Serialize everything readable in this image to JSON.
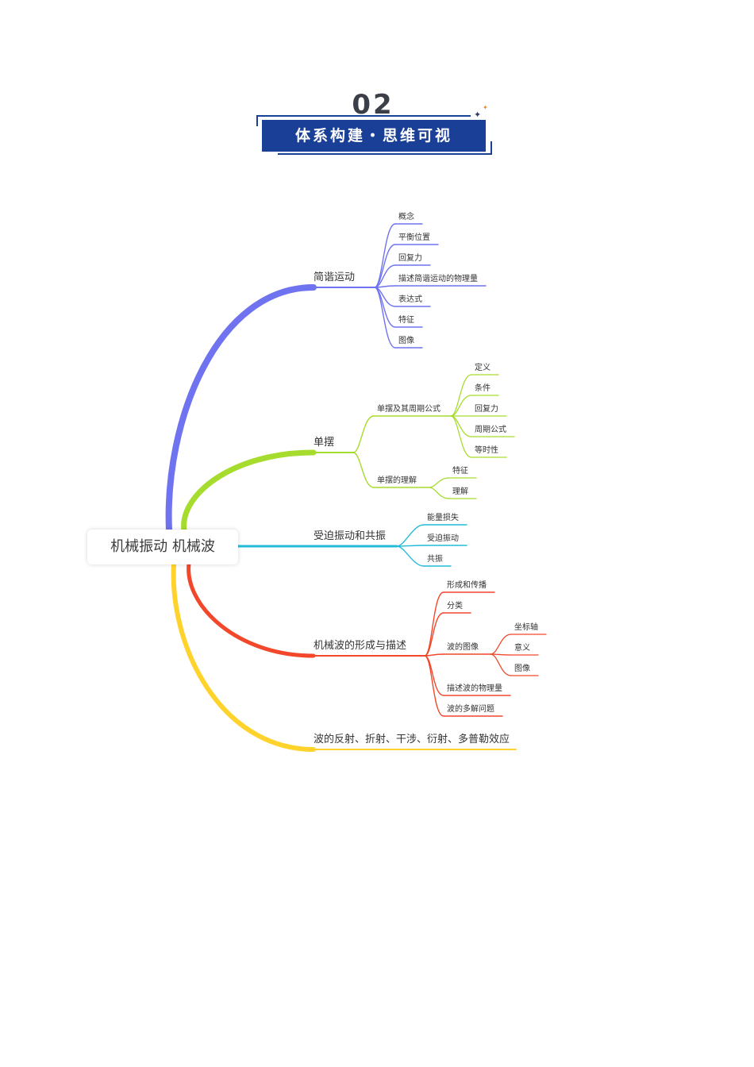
{
  "header": {
    "number": "02",
    "title": "体系构建・思维可视"
  },
  "mindmap": {
    "root": "机械振动 机械波",
    "branches": [
      {
        "label": "简谐运动",
        "color": "#6f73ef",
        "children": [
          {
            "label": "概念"
          },
          {
            "label": "平衡位置"
          },
          {
            "label": "回复力"
          },
          {
            "label": "描述简谐运动的物理量"
          },
          {
            "label": "表达式"
          },
          {
            "label": "特征"
          },
          {
            "label": "图像"
          }
        ]
      },
      {
        "label": "单摆",
        "color": "#a6dc2e",
        "children": [
          {
            "label": "单摆及其周期公式",
            "children": [
              {
                "label": "定义"
              },
              {
                "label": "条件"
              },
              {
                "label": "回复力"
              },
              {
                "label": "周期公式"
              },
              {
                "label": "等时性"
              }
            ]
          },
          {
            "label": "单摆的理解",
            "children": [
              {
                "label": "特征"
              },
              {
                "label": "理解"
              }
            ]
          }
        ]
      },
      {
        "label": "受迫振动和共振",
        "color": "#22bcd8",
        "children": [
          {
            "label": "能量损失"
          },
          {
            "label": "受迫振动"
          },
          {
            "label": "共振"
          }
        ]
      },
      {
        "label": "机械波的形成与描述",
        "color": "#f2472b",
        "children": [
          {
            "label": "形成和传播"
          },
          {
            "label": "分类"
          },
          {
            "label": "波的图像",
            "children": [
              {
                "label": "坐标轴"
              },
              {
                "label": "意义"
              },
              {
                "label": "图像"
              }
            ]
          },
          {
            "label": "描述波的物理量"
          },
          {
            "label": "波的多解问题"
          }
        ]
      },
      {
        "label": "波的反射、折射、干涉、衍射、多普勒效应",
        "color": "#ffd22c",
        "children": []
      }
    ]
  }
}
